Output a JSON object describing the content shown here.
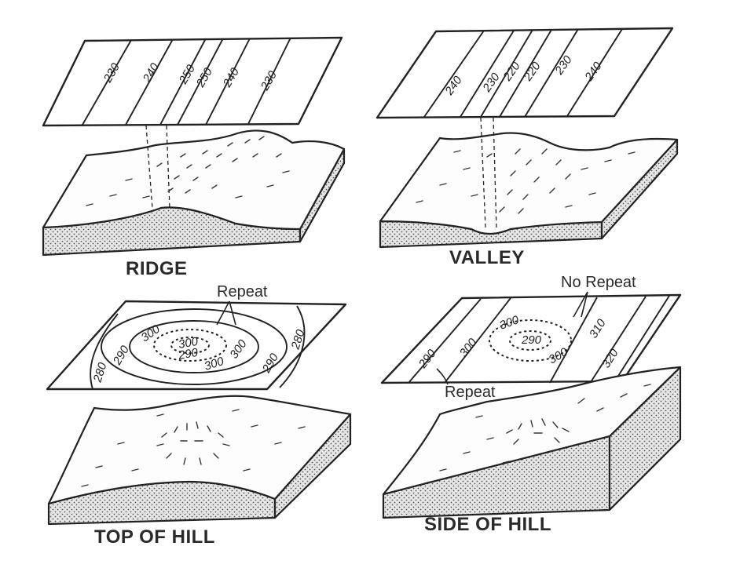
{
  "panels": {
    "ridge": {
      "title": "RIDGE",
      "contour_labels": [
        "230",
        "240",
        "250",
        "250",
        "240",
        "230"
      ]
    },
    "valley": {
      "title": "VALLEY",
      "contour_labels": [
        "240",
        "230",
        "220",
        "220",
        "230",
        "240"
      ]
    },
    "top_of_hill": {
      "title": "TOP OF HILL",
      "annotation": "Repeat",
      "contour_labels": [
        "280",
        "290",
        "300",
        "300",
        "290",
        "300",
        "300",
        "290",
        "280"
      ]
    },
    "side_of_hill": {
      "title": "SIDE OF HILL",
      "annotation_top": "No Repeat",
      "annotation_bottom": "Repeat",
      "contour_labels": [
        "290",
        "300",
        "300",
        "290",
        "300",
        "310",
        "320"
      ]
    }
  }
}
